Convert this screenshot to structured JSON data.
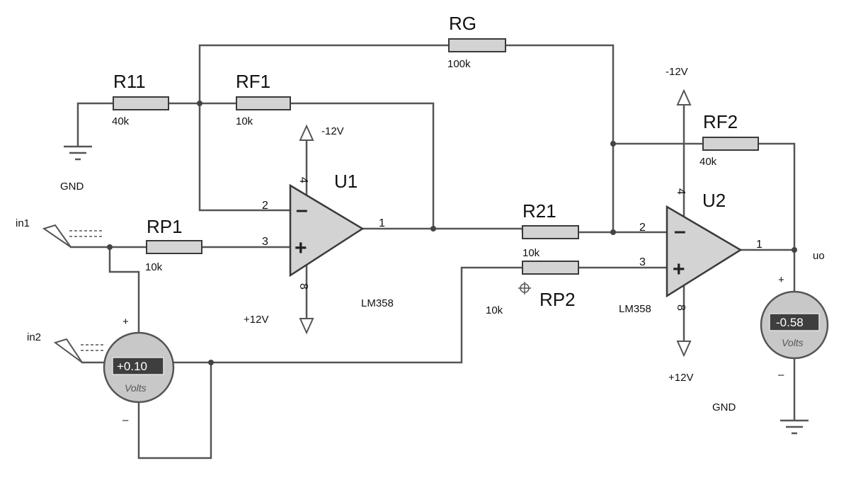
{
  "components": {
    "RG": {
      "name": "RG",
      "value": "100k"
    },
    "R11": {
      "name": "R11",
      "value": "40k"
    },
    "RF1": {
      "name": "RF1",
      "value": "10k"
    },
    "RP1": {
      "name": "RP1",
      "value": "10k"
    },
    "R21": {
      "name": "R21",
      "value": "10k"
    },
    "RP2": {
      "name": "RP2",
      "value": "10k"
    },
    "RF2": {
      "name": "RF2",
      "value": "40k"
    },
    "U1": {
      "name": "U1",
      "part": "LM358",
      "pin_inv": "2",
      "pin_noninv": "3",
      "pin_out": "1",
      "pin_vneg": "4",
      "pin_vpos": "8"
    },
    "U2": {
      "name": "U2",
      "part": "LM358",
      "pin_inv": "2",
      "pin_noninv": "3",
      "pin_out": "1",
      "pin_vneg": "4",
      "pin_vpos": "8"
    }
  },
  "supplies": {
    "neg": "-12V",
    "pos": "+12V",
    "ground": "GND"
  },
  "terminals": {
    "in1": "in1",
    "in2": "in2",
    "out": "uo"
  },
  "meters": {
    "left": {
      "reading": "+0.10",
      "unit": "Volts",
      "plus": "+",
      "minus": "–"
    },
    "right": {
      "reading": "-0.58",
      "unit": "Volts",
      "plus": "+",
      "minus": "–"
    }
  },
  "amp_symbols": {
    "minus": "–",
    "plus": "+"
  }
}
